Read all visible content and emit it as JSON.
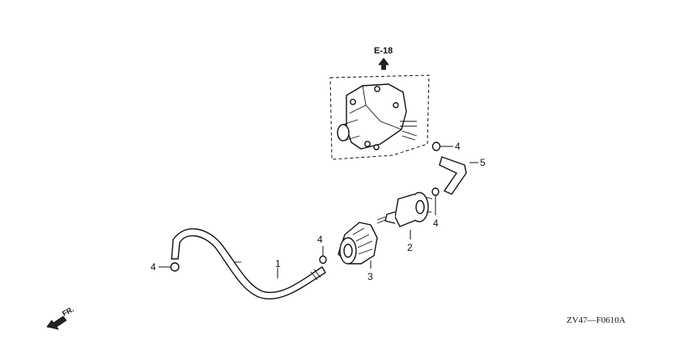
{
  "diagram": {
    "ref_label": "E-18",
    "direction_label": "FR.",
    "figure_code": "ZV47—F0610A",
    "callouts": [
      {
        "id": "c1",
        "text": "1"
      },
      {
        "id": "c2",
        "text": "2"
      },
      {
        "id": "c3",
        "text": "3"
      },
      {
        "id": "c4a",
        "text": "4"
      },
      {
        "id": "c4b",
        "text": "4"
      },
      {
        "id": "c4c",
        "text": "4"
      },
      {
        "id": "c4d",
        "text": "4"
      },
      {
        "id": "c5",
        "text": "5"
      }
    ]
  }
}
